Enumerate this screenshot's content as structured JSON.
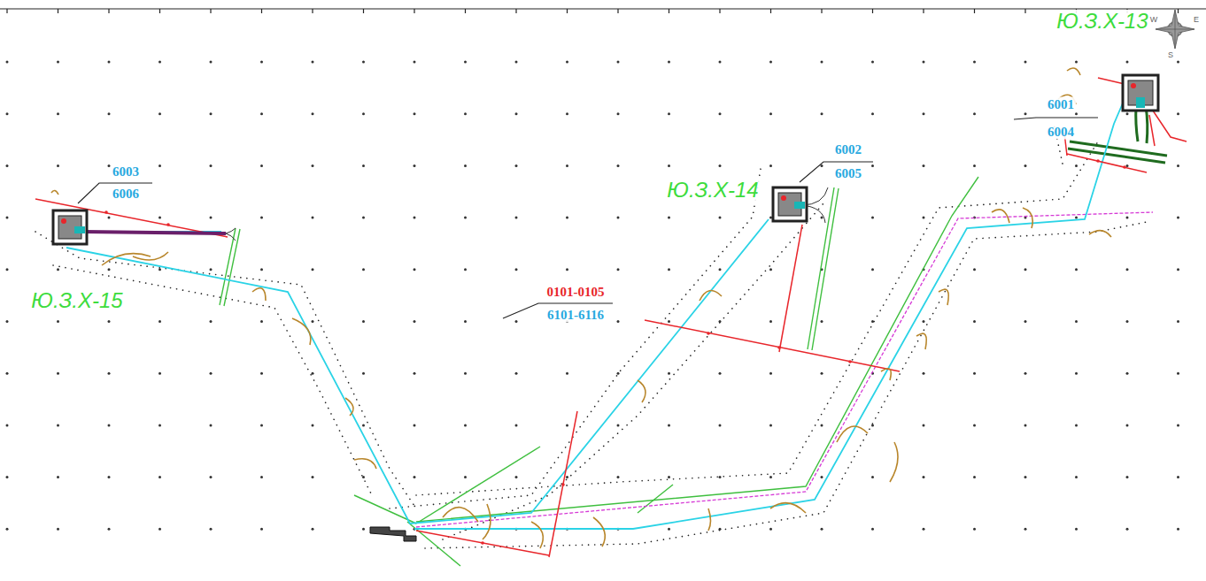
{
  "diagram": {
    "labels": [
      "Ю.З.Х-13",
      "6001",
      "6004",
      "Ю.З.Х-14",
      "6002",
      "6005",
      "Ю.З.Х-15",
      "6003",
      "6006",
      "0101-0105",
      "6101-6116",
      "W",
      "E",
      "S"
    ]
  }
}
